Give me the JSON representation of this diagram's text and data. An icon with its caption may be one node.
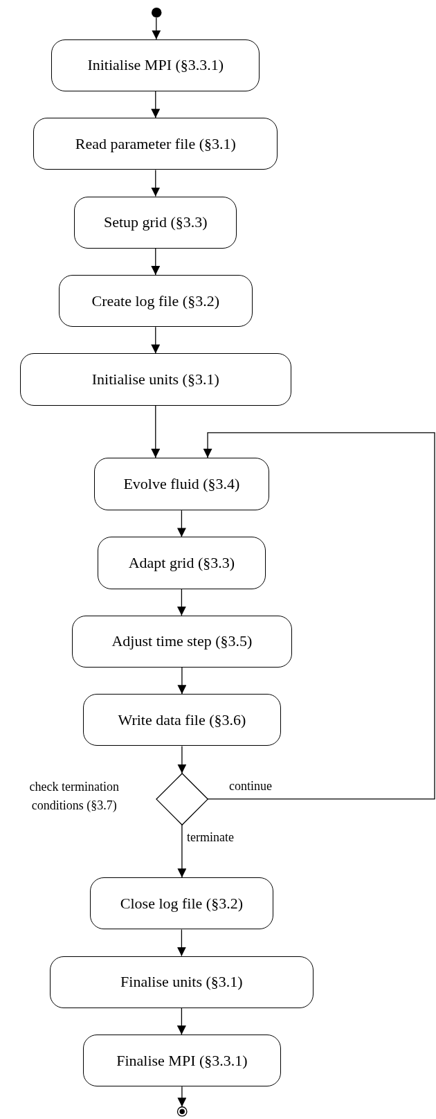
{
  "diagram": {
    "nodes": [
      {
        "text": [],
        "shape": "circle"
      },
      {
        "text": [
          "Initialise MPI (§3.3.1)"
        ]
      },
      {
        "text": [
          "Read parameter file (§3.1)"
        ]
      },
      {
        "text": [
          "Setup grid (§3.3)"
        ]
      },
      {
        "text": [
          "Create log file (§3.2)"
        ]
      },
      {
        "text": [
          "Initialise units (§3.1)"
        ]
      },
      {
        "text": [
          "Evolve fluid (§3.4)"
        ]
      },
      {
        "text": [
          "Adapt grid (§3.3)"
        ]
      },
      {
        "text": [
          "Adjust time step (§3.5)"
        ]
      },
      {
        "text": [
          "Write data file (§3.6)"
        ]
      },
      {
        "text": [],
        "shape": "diamond",
        "beside": [
          "check termination conditions (§3.7)"
        ]
      },
      {
        "text": [
          "Close log file (§3.2)"
        ]
      },
      {
        "text": [
          "Finalise units (§3.1)"
        ]
      },
      {
        "text": [
          "Finalise MPI (§3.3.1)"
        ]
      },
      {
        "text": [],
        "shape": "circle"
      }
    ],
    "edges": [
      {
        "from": 0,
        "to": 1,
        "arrow": "to"
      },
      {
        "from": 1,
        "to": 2,
        "arrow": "to"
      },
      {
        "from": 2,
        "to": 3,
        "arrow": "to"
      },
      {
        "from": 3,
        "to": 4,
        "arrow": "to"
      },
      {
        "from": 4,
        "to": 5,
        "arrow": "to"
      },
      {
        "from": 5,
        "to": 6,
        "arrow": "to"
      },
      {
        "from": 6,
        "to": 7,
        "arrow": "to"
      },
      {
        "from": 7,
        "to": 8,
        "arrow": "to"
      },
      {
        "from": 8,
        "to": 9,
        "arrow": "to"
      },
      {
        "from": 9,
        "to": 10,
        "arrow": "to"
      },
      {
        "from": 10,
        "to": 6,
        "arrow": "to",
        "label": "continue"
      },
      {
        "from": 10,
        "to": 11,
        "arrow": "to",
        "label": "terminate"
      },
      {
        "from": 11,
        "to": 12,
        "arrow": "to"
      },
      {
        "from": 12,
        "to": 13,
        "arrow": "to"
      },
      {
        "from": 13,
        "to": 14,
        "arrow": "to"
      }
    ]
  }
}
